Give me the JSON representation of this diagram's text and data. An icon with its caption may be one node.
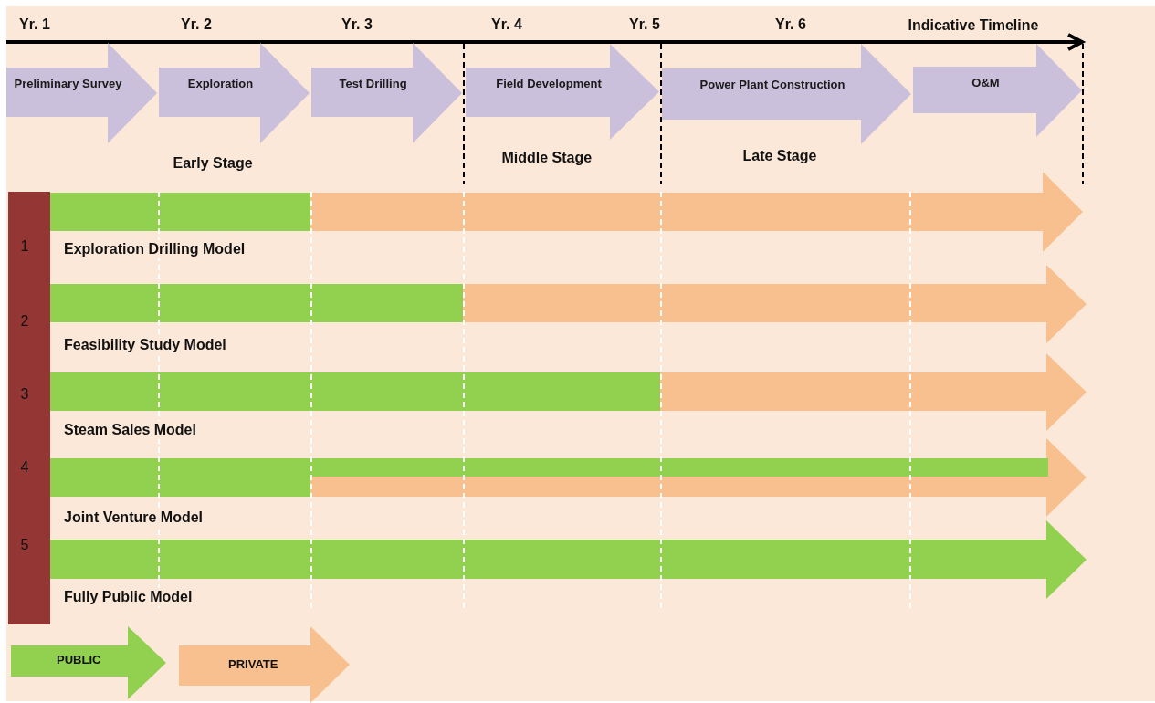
{
  "diagram": {
    "nodes": [
      {
        "text": [
          "Preliminary Survey"
        ]
      },
      {
        "text": [
          "Exploration"
        ]
      },
      {
        "text": [
          "Test Drilling"
        ]
      },
      {
        "text": [
          "Field Development"
        ]
      },
      {
        "text": [
          "Power Plant Construction"
        ]
      },
      {
        "text": [
          "O&M"
        ]
      }
    ],
    "labels": [
      "Yr. 1",
      "Yr. 2",
      "Yr. 3",
      "Yr. 4",
      "Yr. 5",
      "Yr. 6",
      "Indicative Timeline",
      "Early Stage",
      "Middle Stage",
      "Late Stage",
      "1",
      "Exploration Drilling Model",
      "2",
      "Feasibility Study Model",
      "3",
      "Steam Sales Model",
      "4",
      "Joint Venture Model",
      "5",
      "Fully Public Model"
    ],
    "legend": [
      {
        "text": "PUBLIC",
        "color": "#92d050"
      },
      {
        "text": "PRIVATE",
        "color": "#f9c08f"
      }
    ]
  }
}
